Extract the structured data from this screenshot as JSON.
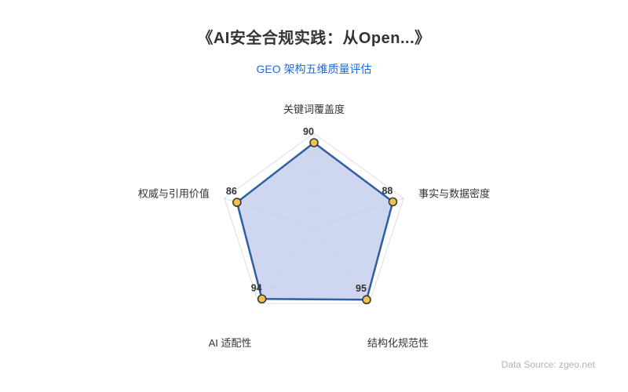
{
  "header": {
    "title": "《AI安全合规实践：从Open...》",
    "subtitle": "GEO 架构五维质量评估"
  },
  "footer": {
    "source": "Data Source: zgeo.net"
  },
  "chart_data": {
    "type": "radar",
    "title": "《AI安全合规实践：从Open...》",
    "subtitle": "GEO 架构五维质量评估",
    "categories": [
      "关键词覆盖度",
      "事实与数据密度",
      "结构化规范性",
      "AI 适配性",
      "权威与引用价值"
    ],
    "values": [
      90,
      88,
      95,
      94,
      86
    ],
    "max": 100,
    "grid_rings": 5,
    "grid_spokes": true,
    "legend": "none",
    "colors": {
      "line": "#2e5fa3",
      "fill": "rgba(201, 211, 237, 0.9)",
      "dot_fill": "#f2c14e",
      "dot_stroke": "#3a3a3a",
      "grid": "#dddddd",
      "label": "#333333",
      "value_label": "#333333",
      "title": "#333333",
      "subtitle": "#2468d9",
      "source": "#b3b3b3"
    }
  }
}
